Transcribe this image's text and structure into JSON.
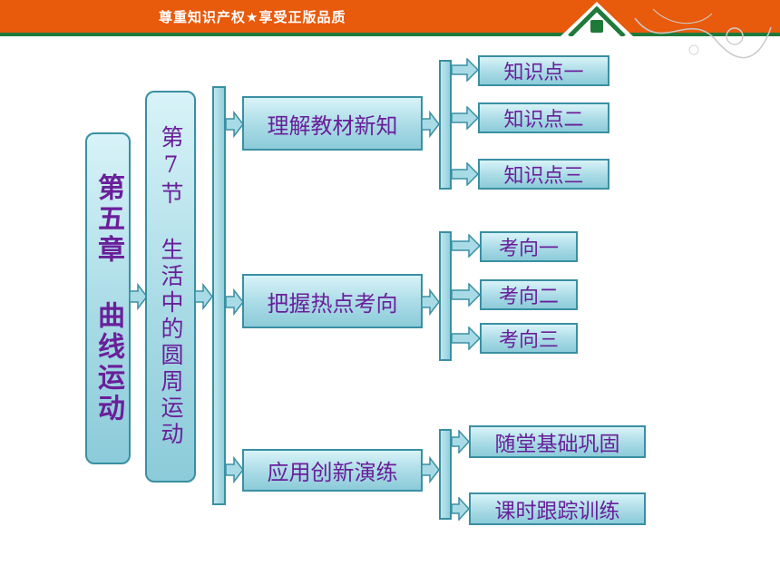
{
  "header": {
    "slogan": "尊重知识产权★享受正版品质"
  },
  "diagram": {
    "chapter": {
      "label": "第五章 曲线运动"
    },
    "section": {
      "label": "第7节 生活中的圆周运动"
    },
    "branches": [
      {
        "label": "理解教材新知",
        "children": [
          "知识点一",
          "知识点二",
          "知识点三"
        ]
      },
      {
        "label": "把握热点考向",
        "children": [
          "考向一",
          "考向二",
          "考向三"
        ]
      },
      {
        "label": "应用创新演练",
        "children": [
          "随堂基础巩固",
          "课时跟踪训练"
        ]
      }
    ]
  },
  "colors": {
    "header_bg": "#e85a0c",
    "header_line": "#1f7a3a",
    "box_border": "#3a8fa3",
    "box_fill": "#a9dbe6",
    "text": "#6a1f9a"
  }
}
